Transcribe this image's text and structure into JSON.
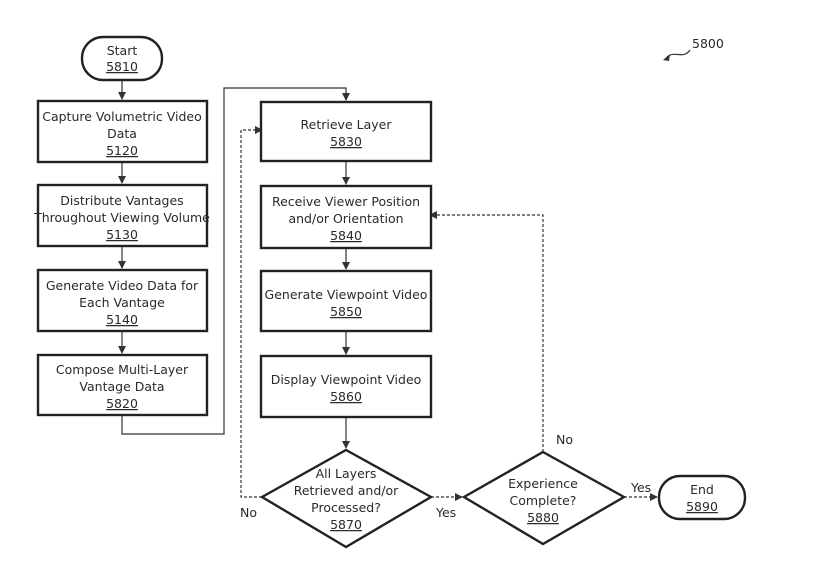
{
  "figure": {
    "ref_label": "5800"
  },
  "nodes": {
    "start": {
      "lines": [
        "Start"
      ],
      "ref": "5810"
    },
    "capture": {
      "lines": [
        "Capture Volumetric Video",
        "Data"
      ],
      "ref": "5120"
    },
    "distribute": {
      "lines": [
        "Distribute Vantages",
        "Throughout Viewing Volume"
      ],
      "ref": "5130"
    },
    "generate_video": {
      "lines": [
        "Generate Video Data for",
        "Each Vantage"
      ],
      "ref": "5140"
    },
    "compose": {
      "lines": [
        "Compose Multi-Layer",
        "Vantage Data"
      ],
      "ref": "5820"
    },
    "retrieve": {
      "lines": [
        "Retrieve Layer"
      ],
      "ref": "5830"
    },
    "receive": {
      "lines": [
        "Receive Viewer Position",
        "and/or Orientation"
      ],
      "ref": "5840"
    },
    "gen_viewpoint": {
      "lines": [
        "Generate Viewpoint Video"
      ],
      "ref": "5850"
    },
    "display": {
      "lines": [
        "Display Viewpoint Video"
      ],
      "ref": "5860"
    },
    "all_layers": {
      "lines": [
        "All Layers",
        "Retrieved and/or",
        "Processed?"
      ],
      "ref": "5870"
    },
    "experience": {
      "lines": [
        "Experience",
        "Complete?"
      ],
      "ref": "5880"
    },
    "end": {
      "lines": [
        "End"
      ],
      "ref": "5890"
    }
  },
  "edges": {
    "layers_no": "No",
    "layers_yes": "Yes",
    "experience_no": "No",
    "experience_yes": "Yes"
  }
}
